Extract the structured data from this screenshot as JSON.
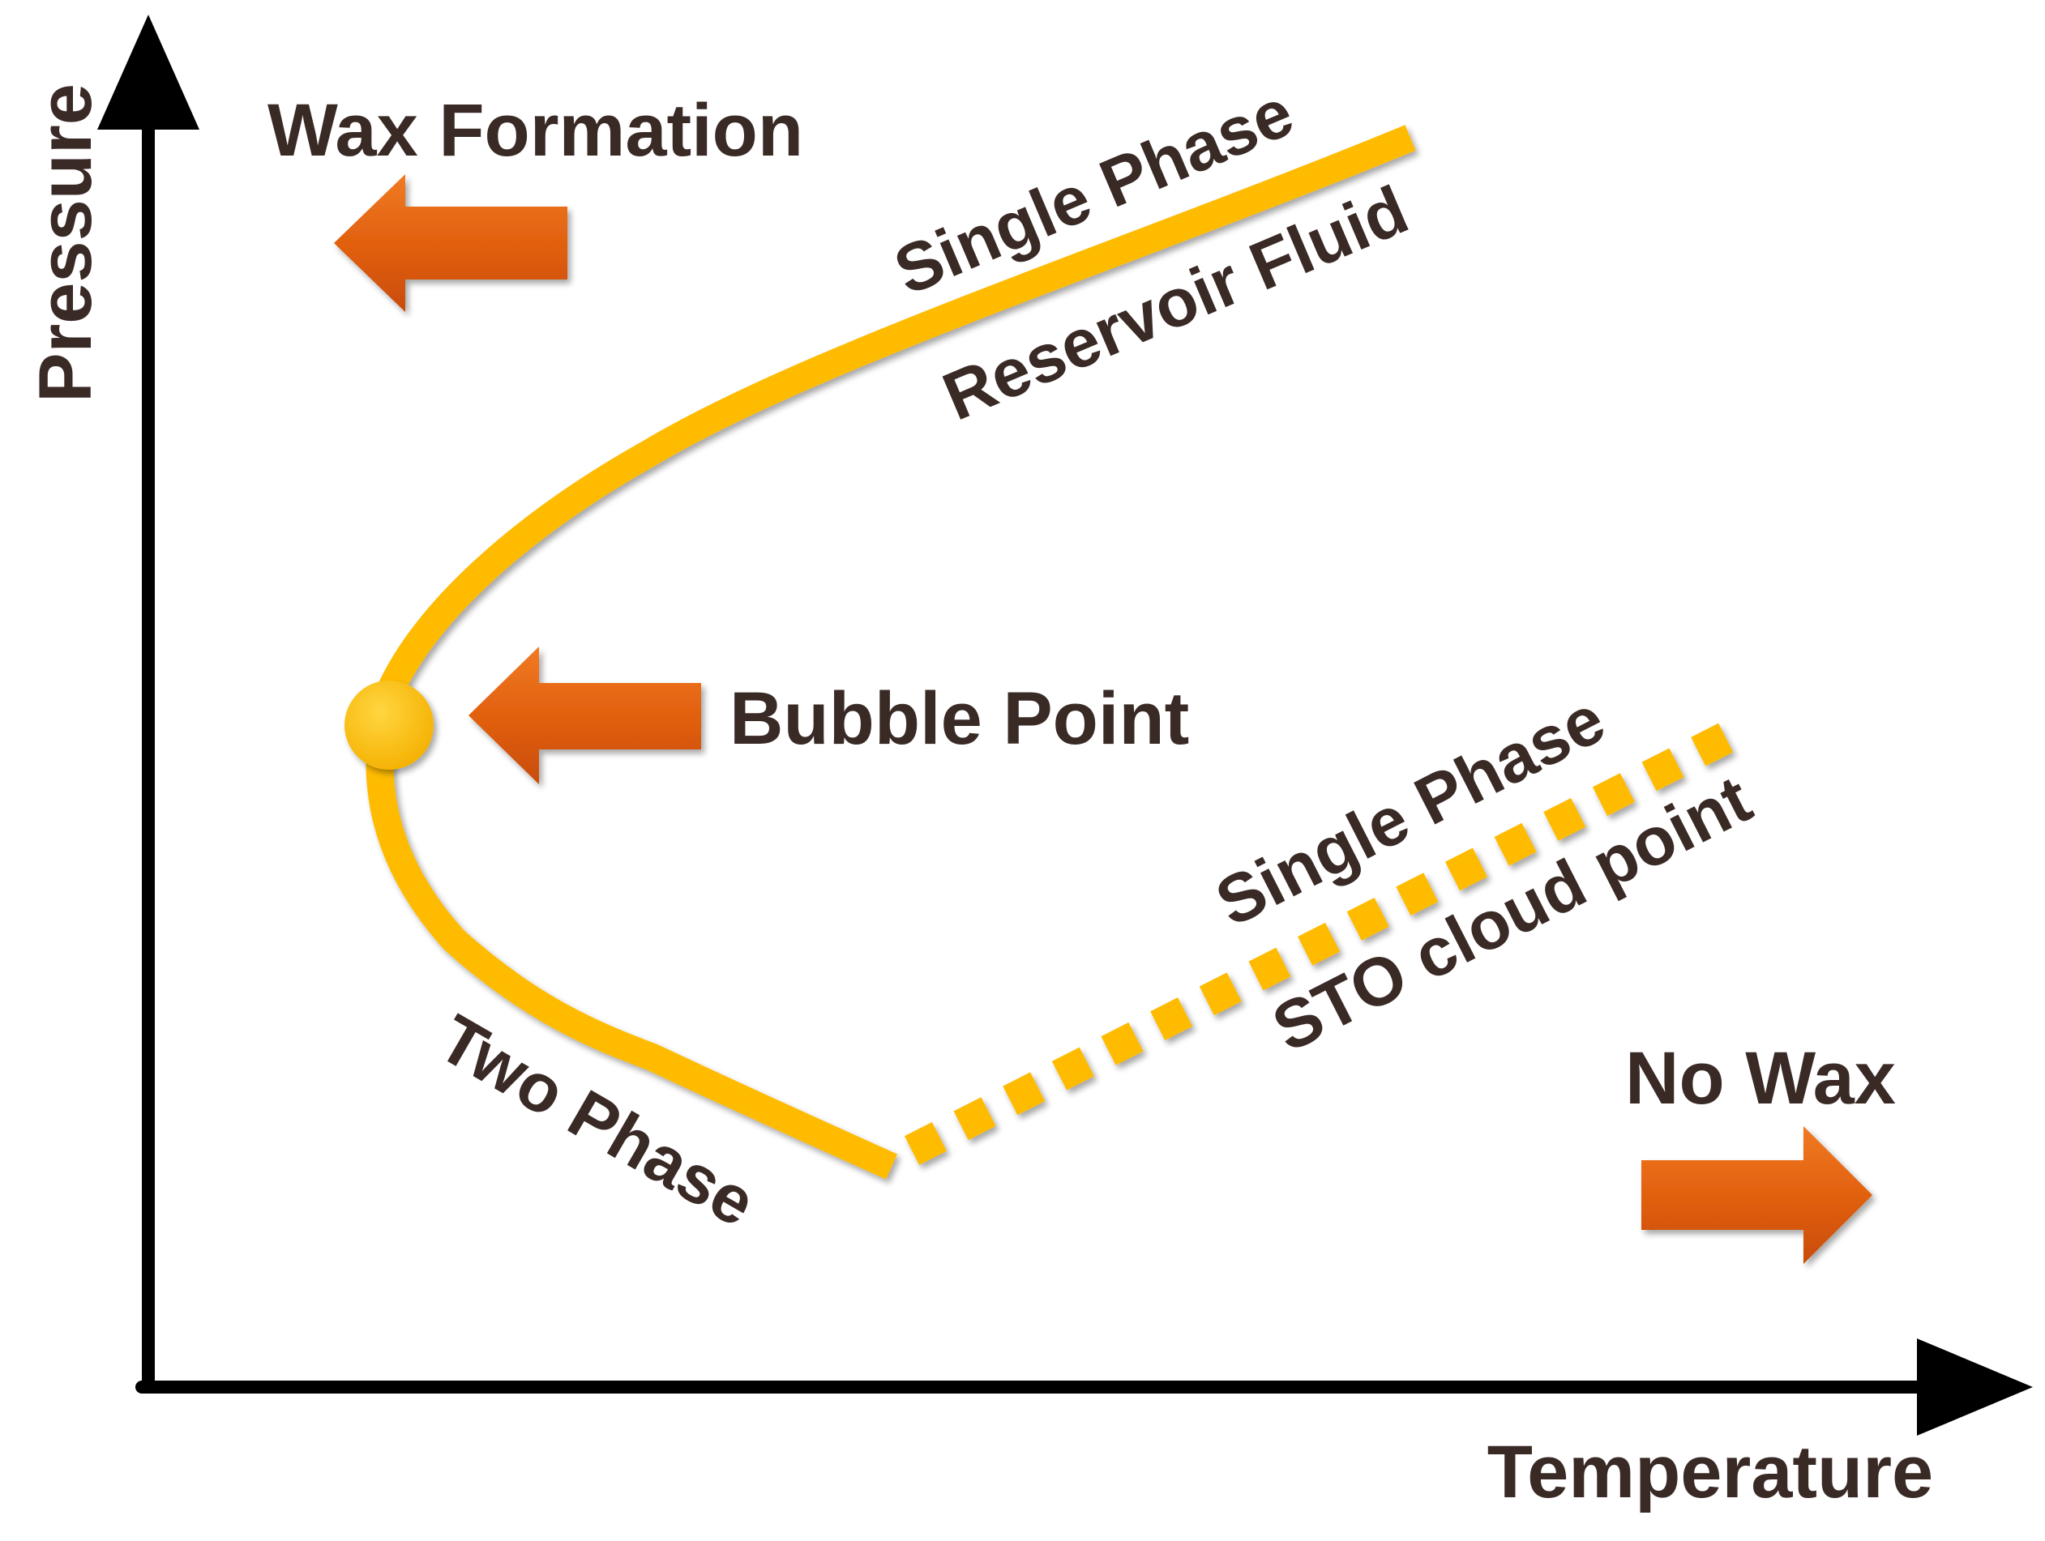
{
  "axes": {
    "x_label": "Temperature",
    "y_label": "Pressure"
  },
  "labels": {
    "wax_formation": "Wax Formation",
    "no_wax": "No Wax",
    "bubble_point": "Bubble Point",
    "single_phase_upper": "Single Phase",
    "reservoir_fluid": "Reservoir Fluid",
    "single_phase_lower": "Single Phase",
    "sto_cloud_point": "STO cloud point",
    "two_phase": "Two Phase"
  },
  "colors": {
    "curve": "#ffbb00",
    "arrow": "#e05e0d",
    "axis": "#000000",
    "text": "#3a2a26"
  },
  "icons": {
    "wax_formation_arrow": "arrow-left-icon",
    "bubble_point_arrow": "arrow-left-icon",
    "no_wax_arrow": "arrow-right-icon"
  }
}
